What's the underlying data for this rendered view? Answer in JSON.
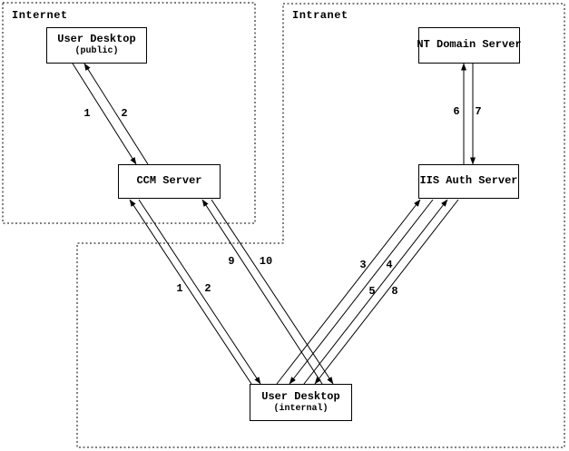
{
  "colors": {
    "ink": "#000000",
    "background": "#ffffff"
  },
  "diagram": {
    "regions": [
      {
        "label": "Internet"
      },
      {
        "label": "Intranet"
      }
    ],
    "nodes": [
      {
        "title": "User Desktop",
        "subtitle": "(public)",
        "region": "Internet"
      },
      {
        "title": "CCM Server",
        "region": "Internet"
      },
      {
        "title": "NT Domain Server",
        "region": "Intranet"
      },
      {
        "title": "IIS Auth Server",
        "region": "Intranet"
      },
      {
        "title": "User Desktop",
        "subtitle": "(internal)",
        "region": "Intranet"
      }
    ],
    "edges": [
      {
        "label": "1",
        "from": "User Desktop (public)",
        "to": "CCM Server"
      },
      {
        "label": "2",
        "from": "CCM Server",
        "to": "User Desktop (public)"
      },
      {
        "label": "1",
        "from": "User Desktop (internal)",
        "to": "CCM Server"
      },
      {
        "label": "2",
        "from": "CCM Server",
        "to": "User Desktop (internal)"
      },
      {
        "label": "9",
        "from": "User Desktop (internal)",
        "to": "CCM Server"
      },
      {
        "label": "10",
        "from": "CCM Server",
        "to": "User Desktop (internal)"
      },
      {
        "label": "3",
        "from": "User Desktop (internal)",
        "to": "IIS Auth Server"
      },
      {
        "label": "4",
        "from": "IIS Auth Server",
        "to": "User Desktop (internal)"
      },
      {
        "label": "5",
        "from": "User Desktop (internal)",
        "to": "IIS Auth Server"
      },
      {
        "label": "8",
        "from": "IIS Auth Server",
        "to": "User Desktop (internal)"
      },
      {
        "label": "6",
        "from": "IIS Auth Server",
        "to": "NT Domain Server"
      },
      {
        "label": "7",
        "from": "NT Domain Server",
        "to": "IIS Auth Server"
      }
    ]
  }
}
